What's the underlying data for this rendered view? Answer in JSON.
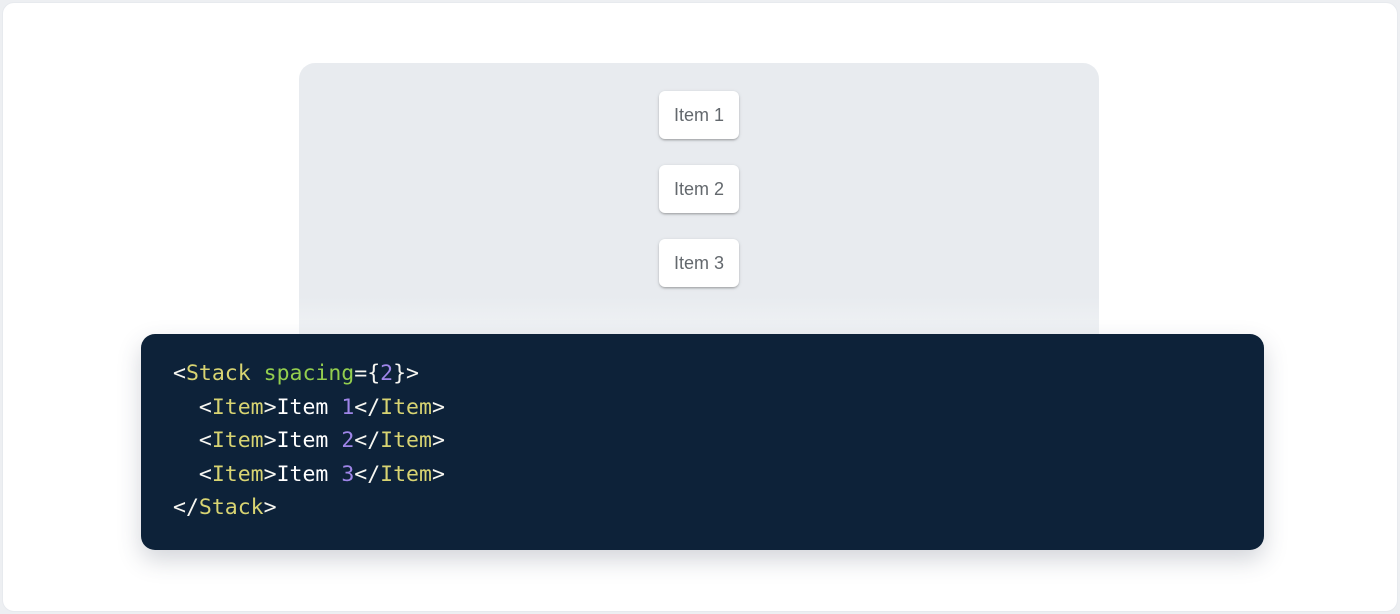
{
  "window": {
    "bg": "#ffffff",
    "outer_bg": "#edeff2",
    "border": "#e7eaee"
  },
  "demo": {
    "panel_bg": "#e8ebef",
    "items": [
      {
        "label": "Item 1"
      },
      {
        "label": "Item 2"
      },
      {
        "label": "Item 3"
      }
    ]
  },
  "code": {
    "bg": "#0d2239",
    "colors": {
      "punct": "#f6f6f1",
      "tag": "#d8d472",
      "attr": "#93ce4e",
      "number": "#9e85e8",
      "text": "#ffffff"
    },
    "lines": [
      [
        {
          "t": "<",
          "c": "punct"
        },
        {
          "t": "Stack",
          "c": "tag"
        },
        {
          "t": " ",
          "c": "text"
        },
        {
          "t": "spacing",
          "c": "attr"
        },
        {
          "t": "={",
          "c": "punct"
        },
        {
          "t": "2",
          "c": "number"
        },
        {
          "t": "}>",
          "c": "punct"
        }
      ],
      [
        {
          "t": "  ",
          "c": "text"
        },
        {
          "t": "<",
          "c": "punct"
        },
        {
          "t": "Item",
          "c": "tag"
        },
        {
          "t": ">",
          "c": "punct"
        },
        {
          "t": "Item ",
          "c": "text"
        },
        {
          "t": "1",
          "c": "number"
        },
        {
          "t": "</",
          "c": "punct"
        },
        {
          "t": "Item",
          "c": "tag"
        },
        {
          "t": ">",
          "c": "punct"
        }
      ],
      [
        {
          "t": "  ",
          "c": "text"
        },
        {
          "t": "<",
          "c": "punct"
        },
        {
          "t": "Item",
          "c": "tag"
        },
        {
          "t": ">",
          "c": "punct"
        },
        {
          "t": "Item ",
          "c": "text"
        },
        {
          "t": "2",
          "c": "number"
        },
        {
          "t": "</",
          "c": "punct"
        },
        {
          "t": "Item",
          "c": "tag"
        },
        {
          "t": ">",
          "c": "punct"
        }
      ],
      [
        {
          "t": "  ",
          "c": "text"
        },
        {
          "t": "<",
          "c": "punct"
        },
        {
          "t": "Item",
          "c": "tag"
        },
        {
          "t": ">",
          "c": "punct"
        },
        {
          "t": "Item ",
          "c": "text"
        },
        {
          "t": "3",
          "c": "number"
        },
        {
          "t": "</",
          "c": "punct"
        },
        {
          "t": "Item",
          "c": "tag"
        },
        {
          "t": ">",
          "c": "punct"
        }
      ],
      [
        {
          "t": "</",
          "c": "punct"
        },
        {
          "t": "Stack",
          "c": "tag"
        },
        {
          "t": ">",
          "c": "punct"
        }
      ]
    ]
  }
}
